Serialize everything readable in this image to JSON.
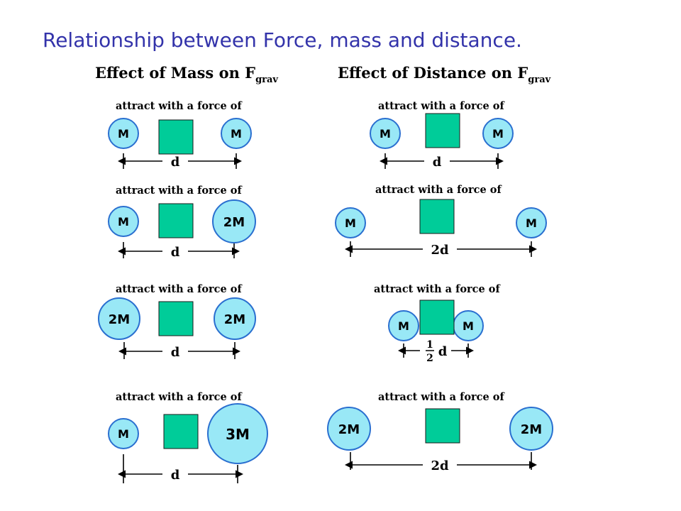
{
  "title": "Relationship between Force, mass and distance.",
  "left_panel": {
    "heading_main": "Effect of Mass on F",
    "heading_sub": "grav",
    "rows": [
      {
        "caption": "attract with a force of",
        "mass_left": "M",
        "mass_right": "M",
        "distance": "d"
      },
      {
        "caption": "attract with a force of",
        "mass_left": "M",
        "mass_right": "2M",
        "distance": "d"
      },
      {
        "caption": "attract with a force of",
        "mass_left": "2M",
        "mass_right": "2M",
        "distance": "d"
      },
      {
        "caption": "attract with a force of",
        "mass_left": "M",
        "mass_right": "3M",
        "distance": "d"
      }
    ]
  },
  "right_panel": {
    "heading_main": "Effect of Distance on F",
    "heading_sub": "grav",
    "rows": [
      {
        "caption": "attract with a force of",
        "mass_left": "M",
        "mass_right": "M",
        "distance": "d"
      },
      {
        "caption": "attract with a force of",
        "mass_left": "M",
        "mass_right": "M",
        "distance": "2d"
      },
      {
        "caption": "attract with a force of",
        "mass_left": "M",
        "mass_right": "M",
        "distance_num": "1",
        "distance_den": "2",
        "distance_var": "d"
      },
      {
        "caption": "attract with a force of",
        "mass_left": "2M",
        "mass_right": "2M",
        "distance": "2d"
      }
    ]
  },
  "colors": {
    "title": "#3333aa",
    "ball_fill": "#99e8f6",
    "ball_stroke": "#2a6fd0",
    "cover_box": "#00cc99"
  }
}
